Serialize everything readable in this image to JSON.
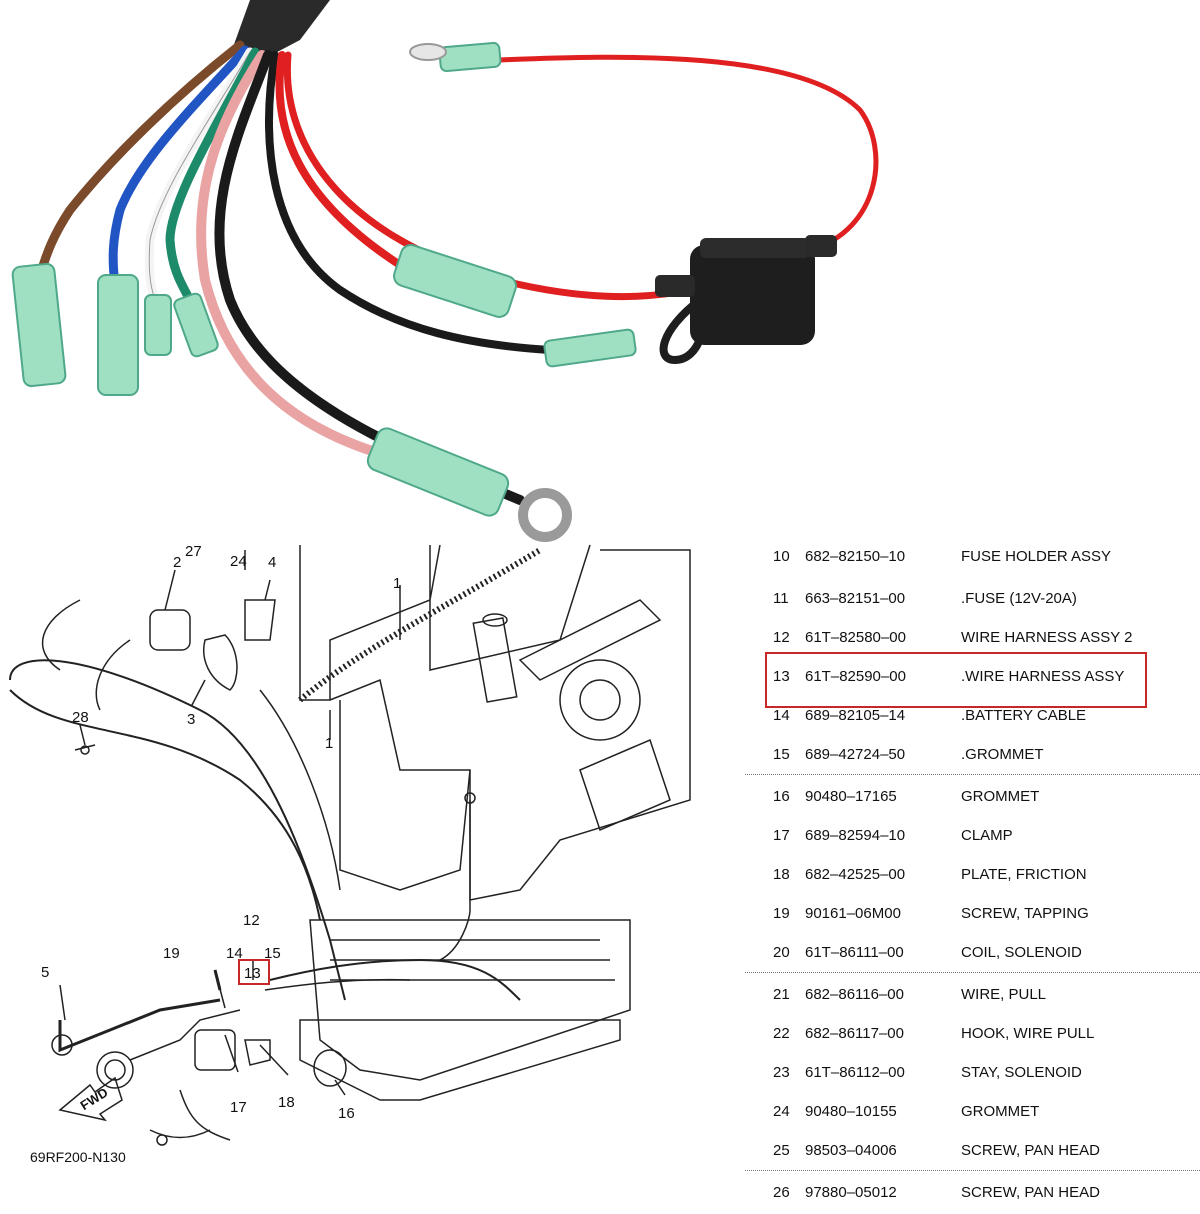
{
  "diagram": {
    "callouts": [
      "27",
      "24",
      "2",
      "4",
      "1",
      "28",
      "3",
      "1",
      "12",
      "14",
      "15",
      "19",
      "13",
      "5",
      "17",
      "18",
      "16"
    ],
    "fwd_label": "FWD",
    "code": "69RF200-N130"
  },
  "parts": [
    {
      "no": "10",
      "part": "682–82150–10",
      "desc": "FUSE HOLDER ASSY"
    },
    {
      "no": "11",
      "part": "663–82151–00",
      "desc": ".FUSE (12V-20A)"
    },
    {
      "no": "12",
      "part": "61T–82580–00",
      "desc": "WIRE HARNESS ASSY 2"
    },
    {
      "no": "13",
      "part": "61T–82590–00",
      "desc": ".WIRE HARNESS ASSY"
    },
    {
      "no": "14",
      "part": "689–82105–14",
      "desc": ".BATTERY CABLE"
    },
    {
      "no": "15",
      "part": "689–42724–50",
      "desc": ".GROMMET"
    },
    {
      "no": "16",
      "part": "90480–17165",
      "desc": "GROMMET"
    },
    {
      "no": "17",
      "part": "689–82594–10",
      "desc": "CLAMP"
    },
    {
      "no": "18",
      "part": "682–42525–00",
      "desc": "PLATE, FRICTION"
    },
    {
      "no": "19",
      "part": "90161–06M00",
      "desc": "SCREW, TAPPING"
    },
    {
      "no": "20",
      "part": "61T–86111–00",
      "desc": "COIL, SOLENOID"
    },
    {
      "no": "21",
      "part": "682–86116–00",
      "desc": "WIRE, PULL"
    },
    {
      "no": "22",
      "part": "682–86117–00",
      "desc": "HOOK, WIRE PULL"
    },
    {
      "no": "23",
      "part": "61T–86112–00",
      "desc": "STAY, SOLENOID"
    },
    {
      "no": "24",
      "part": "90480–10155",
      "desc": "GROMMET"
    },
    {
      "no": "25",
      "part": "98503–04006",
      "desc": "SCREW, PAN HEAD"
    },
    {
      "no": "26",
      "part": "97880–05012",
      "desc": "SCREW, PAN HEAD"
    }
  ],
  "colors": {
    "highlight": "#c62828",
    "wire_red": "#e02020",
    "wire_black": "#1a1a1a",
    "wire_pink": "#e9a3a3",
    "wire_green": "#1d8a6a",
    "wire_blue": "#2255c4",
    "wire_brown": "#7a4a2a",
    "terminal": "#9fe0c2"
  }
}
